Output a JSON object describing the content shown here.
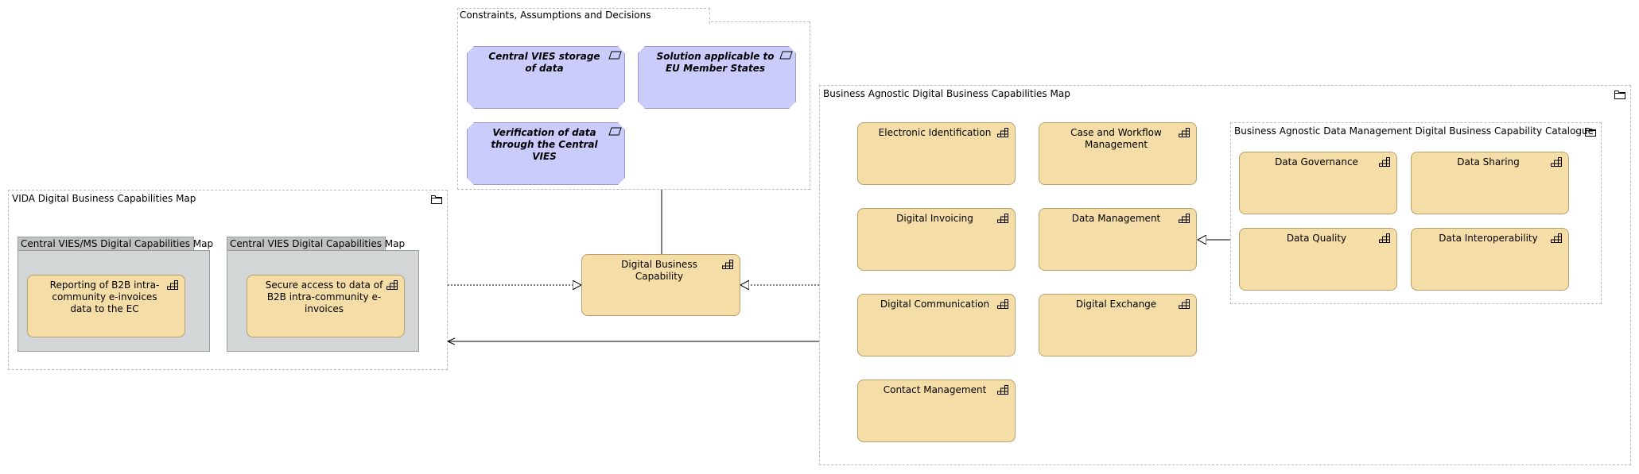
{
  "constraints_group": {
    "title": "Constraints, Assumptions and Decisions",
    "items": [
      {
        "label": "Central VIES storage of data"
      },
      {
        "label": "Solution applicable to EU Member States"
      },
      {
        "label": "Verification of data through the Central VIES"
      }
    ]
  },
  "vida_group": {
    "title": "VIDA Digital Business Capabilities Map",
    "icon": "folder-icon",
    "subgroups": [
      {
        "title": "Central VIES/MS Digital Capabilities Map",
        "capability": "Reporting of B2B intra-community e-invoices data to the EC"
      },
      {
        "title": "Central VIES Digital Capabilities Map",
        "capability": "Secure access to data of B2B intra-community e-invoices"
      }
    ]
  },
  "center_capability": {
    "label": "Digital Business Capability"
  },
  "agnostic_group": {
    "title": "Business Agnostic Digital Business Capabilities Map",
    "icon": "folder-icon",
    "capabilities": [
      {
        "label": "Electronic Identification"
      },
      {
        "label": "Case and Workflow Management"
      },
      {
        "label": "Digital Invoicing"
      },
      {
        "label": "Data Management"
      },
      {
        "label": "Digital Communication"
      },
      {
        "label": "Digital Exchange"
      },
      {
        "label": "Contact Management"
      }
    ],
    "data_catalogue": {
      "title": "Business Agnostic Data Management Digital Business Capability Catalogue",
      "icon": "folder-icon",
      "capabilities": [
        {
          "label": "Data Governance"
        },
        {
          "label": "Data Sharing"
        },
        {
          "label": "Data Quality"
        },
        {
          "label": "Data Interoperability"
        }
      ]
    }
  },
  "icons": {
    "capability": "capability-icon",
    "constraint": "constraint-parallelogram-icon",
    "group": "folder-icon"
  },
  "colors": {
    "capability_fill": "#f5dda7",
    "constraint_fill": "#ccccfc",
    "grey_group_fill": "#d3d6d7"
  }
}
